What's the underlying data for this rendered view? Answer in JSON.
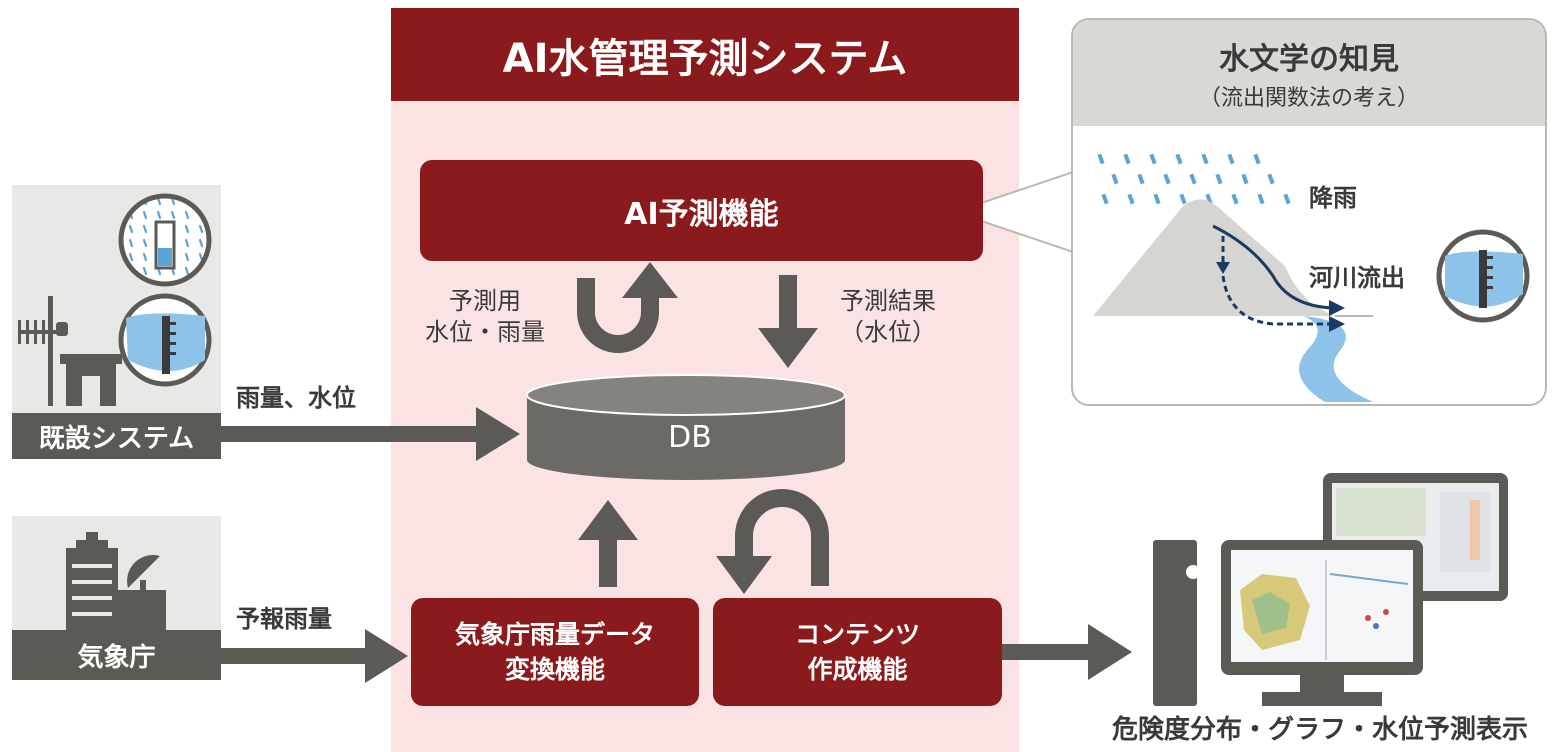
{
  "system": {
    "title": "AI水管理予測システム"
  },
  "boxes": {
    "ai_prediction": "AI予測機能",
    "db": "DB",
    "conversion_line1": "気象庁雨量データ",
    "conversion_line2": "変換機能",
    "contents_line1": "コンテンツ",
    "contents_line2": "作成機能"
  },
  "labels": {
    "pred_input_line1": "予測用",
    "pred_input_line2": "水位・雨量",
    "pred_result_line1": "予測結果",
    "pred_result_line2": "（水位）",
    "rain_water": "雨量、水位",
    "forecast_rain": "予報雨量",
    "display": "危険度分布・グラフ・水位予測表示"
  },
  "sources": {
    "existing_system": "既設システム",
    "jma": "気象庁"
  },
  "hydrology": {
    "title": "水文学の知見",
    "subtitle": "（流出関数法の考え）",
    "rain": "降雨",
    "river_outflow": "河川流出"
  },
  "colors": {
    "brand_red": "#8b1a1c",
    "panel_pink": "#fbe3e4",
    "arrow_gray": "#5b5a55",
    "water_blue": "#8ec3e9",
    "mountain_gray": "#d6d5d1"
  }
}
